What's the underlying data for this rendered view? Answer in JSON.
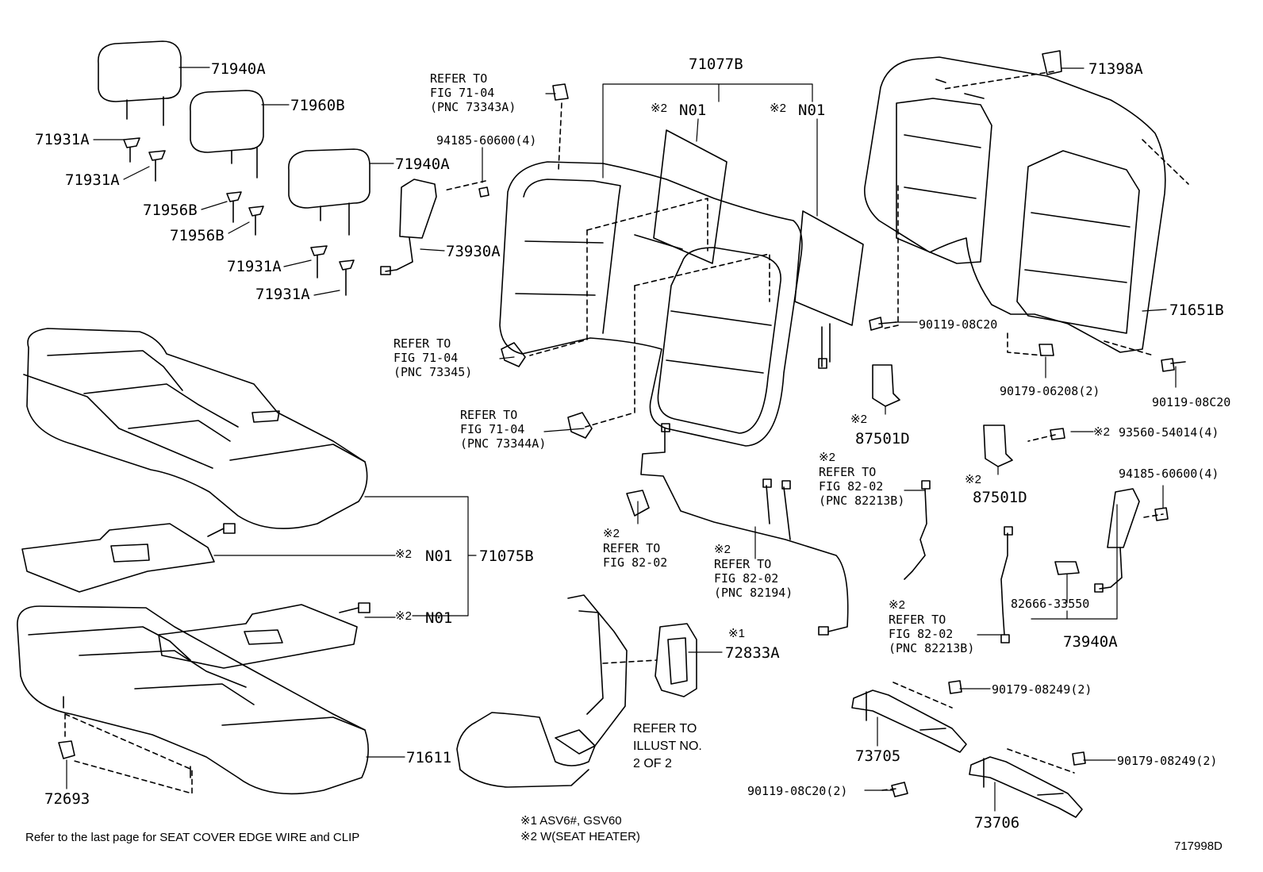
{
  "parts": {
    "p71940a_top": "71940A",
    "p71960b": "71960B",
    "p71931a_1": "71931A",
    "p71931a_2": "71931A",
    "p71940a_mid": "71940A",
    "p71956b_1": "71956B",
    "p71956b_2": "71956B",
    "p71931a_3": "71931A",
    "p71931a_4": "71931A",
    "p73930a": "73930A",
    "p94185_left": "94185-60600(4)",
    "p71077b": "71077B",
    "p71398a": "71398A",
    "p71651b": "71651B",
    "p90119_08c20_a": "90119-08C20",
    "p90179_06208": "90179-06208(2)",
    "p90119_08c20_b": "90119-08C20",
    "p93560": "93560-54014(4)",
    "p87501d_1": "87501D",
    "p87501d_2": "87501D",
    "p94185_right": "94185-60600(4)",
    "p82666": "82666-33550",
    "p73940a": "73940A",
    "p71075b": "71075B",
    "n01_left_1": "N01",
    "n01_left_2": "N01",
    "n01_mid": "N01",
    "n01_right": "N01",
    "p72833a": "72833A",
    "p71611": "71611",
    "p72693": "72693",
    "p90179_08249_a": "90179-08249(2)",
    "p90179_08249_b": "90179-08249(2)",
    "p73705": "73705",
    "p73706": "73706",
    "p90119_08c20_2": "90119-08C20(2)"
  },
  "marks": {
    "k2": "※2",
    "k1": "※1"
  },
  "refs": {
    "r1_a": "REFER TO",
    "r1_b": "FIG 71-04",
    "r1_c": "(PNC 73343A)",
    "r2_a": "REFER TO",
    "r2_b": "FIG 71-04",
    "r2_c": "(PNC 73345)",
    "r3_a": "REFER TO",
    "r3_b": "FIG 71-04",
    "r3_c": "(PNC 73344A)",
    "r4_a": "REFER TO",
    "r4_b": "FIG 82-02",
    "r5_a": "REFER TO",
    "r5_b": "FIG 82-02",
    "r5_c": "(PNC 82194)",
    "r6_a": "REFER TO",
    "r6_b": "FIG 82-02",
    "r6_c": "(PNC 82213B)",
    "r7_a": "REFER TO",
    "r7_b": "FIG 82-02",
    "r7_c": "(PNC 82213B)",
    "r8_a": "REFER TO",
    "r8_b": "ILLUST NO.",
    "r8_c": "2 OF 2"
  },
  "footer": {
    "note_left": "Refer to the last page for SEAT COVER EDGE WIRE and CLIP",
    "legend1": "※1 ASV6#, GSV60",
    "legend2": "※2 W(SEAT HEATER)",
    "code": "717998D"
  }
}
